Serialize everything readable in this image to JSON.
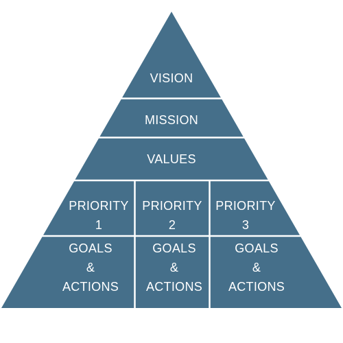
{
  "diagram": {
    "colors": {
      "fill": "#456f8a",
      "divider": "#ffffff",
      "text": "#ffffff"
    },
    "tiers": {
      "vision": "VISION",
      "mission": "MISSION",
      "values": "VALUES"
    },
    "priorities": [
      {
        "word": "PRIORITY",
        "number": "1"
      },
      {
        "word": "PRIORITY",
        "number": "2"
      },
      {
        "word": "PRIORITY",
        "number": "3"
      }
    ],
    "goals": [
      {
        "line1": "GOALS",
        "line2": "&",
        "line3": "ACTIONS"
      },
      {
        "line1": "GOALS",
        "line2": "&",
        "line3": "ACTIONS"
      },
      {
        "line1": "GOALS",
        "line2": "&",
        "line3": "ACTIONS"
      }
    ]
  }
}
